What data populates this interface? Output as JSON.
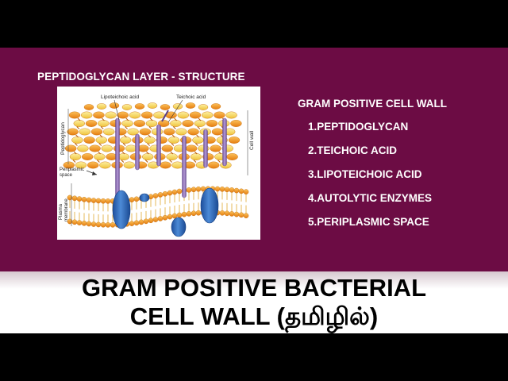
{
  "section_title": "PEPTIDOGLYCAN LAYER - STRUCTURE",
  "figure": {
    "labels": {
      "lipoteichoic_acid": "Lipoteichoic acid",
      "teichoic_acid": "Teichoic acid",
      "peptidoglycan": "Peptidoglycan",
      "cell_wall": "Cell wall",
      "periplasmic_space_1": "Periplasmic",
      "periplasmic_space_2": "space",
      "plasma_membrane_1": "Plasma",
      "plasma_membrane_2": "membrane"
    }
  },
  "list": {
    "heading": "GRAM POSITIVE CELL WALL",
    "items": [
      "1.PEPTIDOGLYCAN",
      "2.TEICHOIC ACID",
      "3.LIPOTEICHOIC ACID",
      "4.AUTOLYTIC ENZYMES",
      "5.PERIPLASMIC SPACE"
    ]
  },
  "banner": {
    "line1": "GRAM POSITIVE BACTERIAL",
    "line2_main": "CELL WALL ",
    "line2_tamil": "(தமிழில்)"
  },
  "colors": {
    "panel": "#6c0c44",
    "background": "#000000",
    "peptidoglycan_orange": "#f29a1e",
    "peptidoglycan_yellow": "#f7d65a",
    "teichoic_purple": "#8a6cb0",
    "membrane_blue": "#2a62b4"
  }
}
